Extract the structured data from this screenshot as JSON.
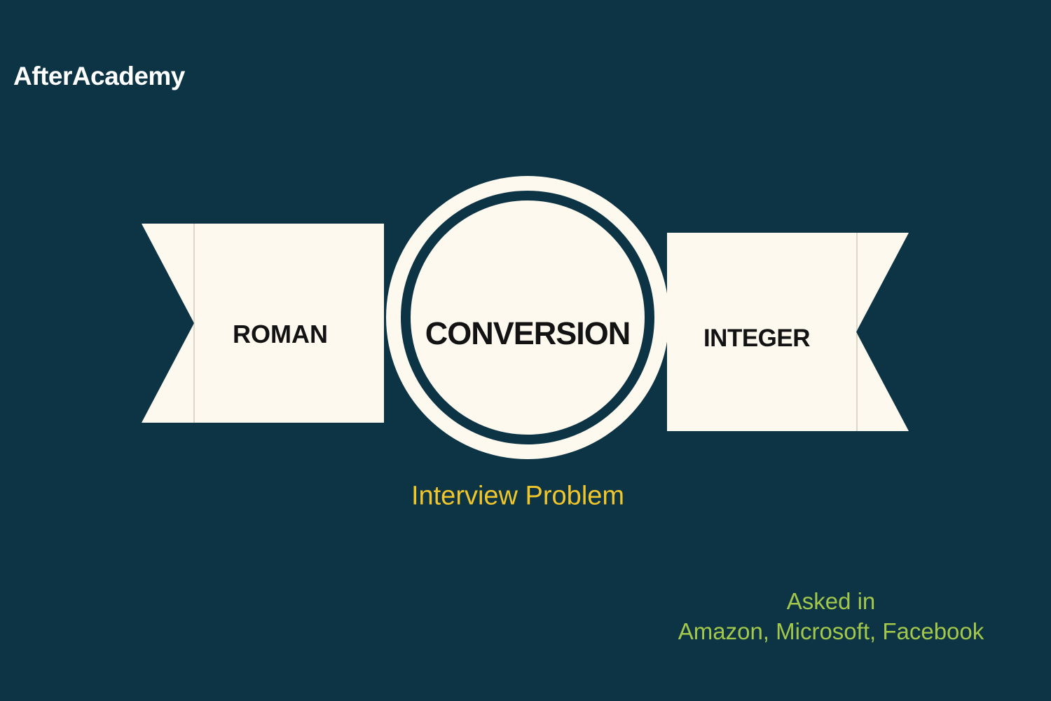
{
  "brand": {
    "logo": "AfterAcademy"
  },
  "diagram": {
    "left_ribbon": {
      "label": "ROMAN"
    },
    "circle": {
      "label": "CONVERSION"
    },
    "right_ribbon": {
      "label": "INTEGER"
    },
    "caption": "Interview Problem"
  },
  "footer": {
    "line1": "Asked in",
    "line2": "Amazon, Microsoft, Facebook"
  },
  "colors": {
    "bg": "#0d3445",
    "cream": "#fdf9ee",
    "ink": "#131313",
    "yellow": "#f0c62b",
    "green": "#a3c74a",
    "white": "#ffffff",
    "fold": "#dcd7c9"
  }
}
